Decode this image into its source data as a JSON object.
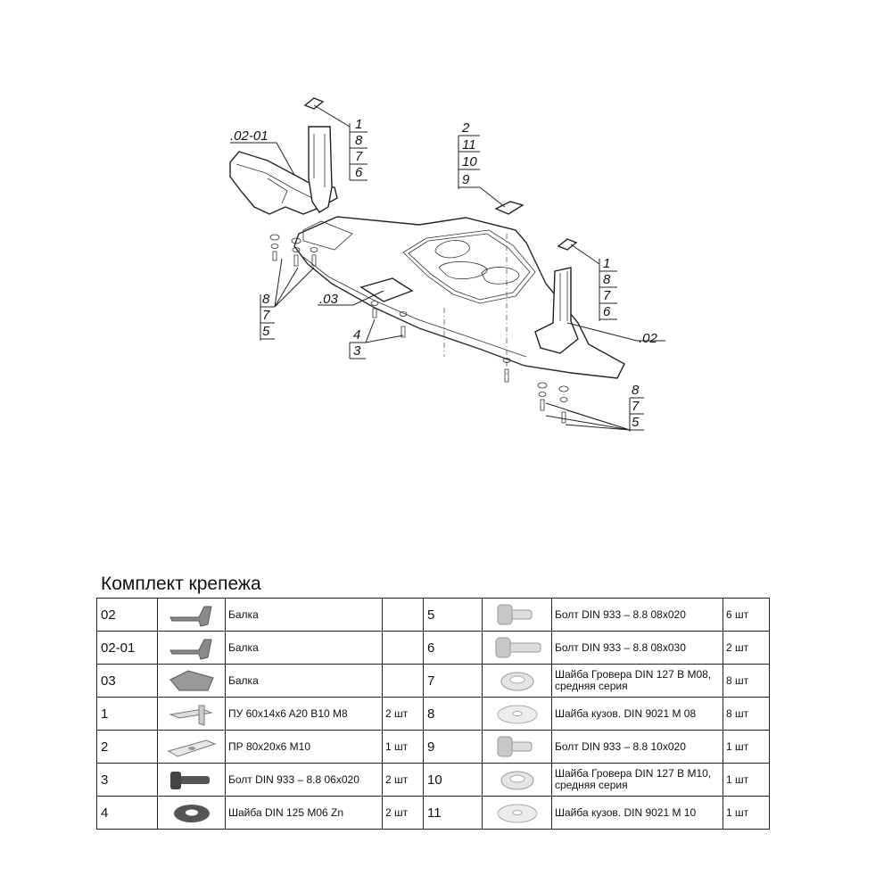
{
  "drawing": {
    "callouts": {
      "topleft_stack": [
        "1",
        "8",
        "7",
        "6"
      ],
      "label_0201": ".02-01",
      "center_stack": [
        "2",
        "11",
        "10",
        "9"
      ],
      "right_stack": [
        "1",
        "8",
        "7",
        "6"
      ],
      "label_02": ".02",
      "label_03": ".03",
      "left_bottom_stack": [
        "8",
        "7",
        "5"
      ],
      "center_bottom_stack": [
        "4",
        "3"
      ],
      "right_bottom_stack": [
        "8",
        "7",
        "5"
      ]
    }
  },
  "kit": {
    "title": "Комплект крепежа",
    "left": [
      {
        "code": "02",
        "icon": "bracket-icon",
        "name": "Балка",
        "qty": ""
      },
      {
        "code": "02-01",
        "icon": "bracket-icon",
        "name": "Балка",
        "qty": ""
      },
      {
        "code": "03",
        "icon": "plate-icon",
        "name": "Балка",
        "qty": ""
      },
      {
        "code": "1",
        "icon": "clamp-plate-icon",
        "name": "ПУ 60x14x6 A20 B10 M8",
        "qty": "2 шт"
      },
      {
        "code": "2",
        "icon": "flat-plate-icon",
        "name": "ПР 80x20x6 M10",
        "qty": "1 шт"
      },
      {
        "code": "3",
        "icon": "bolt-dark-icon",
        "name": "Болт DIN 933 – 8.8 06x020",
        "qty": "2 шт"
      },
      {
        "code": "4",
        "icon": "washer-dark-icon",
        "name": "Шайба DIN 125 M06 Zn",
        "qty": "2 шт"
      }
    ],
    "right": [
      {
        "code": "5",
        "icon": "bolt-short-icon",
        "name": "Болт DIN 933 – 8.8 08x020",
        "qty": "6 шт"
      },
      {
        "code": "6",
        "icon": "bolt-long-icon",
        "name": "Болт DIN 933 – 8.8 08x030",
        "qty": "2 шт"
      },
      {
        "code": "7",
        "icon": "spring-washer-icon",
        "name": "Шайба Гровера DIN 127 B M08, средняя серия",
        "qty": "8 шт"
      },
      {
        "code": "8",
        "icon": "body-washer-icon",
        "name": "Шайба кузов. DIN 9021 M 08",
        "qty": "8 шт"
      },
      {
        "code": "9",
        "icon": "bolt-short-icon",
        "name": "Болт DIN 933 – 8.8 10x020",
        "qty": "1 шт"
      },
      {
        "code": "10",
        "icon": "spring-washer-icon",
        "name": "Шайба Гровера DIN 127 B M10, средняя серия",
        "qty": "1 шт"
      },
      {
        "code": "11",
        "icon": "body-washer-icon",
        "name": "Шайба кузов. DIN 9021 M 10",
        "qty": "1 шт"
      }
    ]
  }
}
